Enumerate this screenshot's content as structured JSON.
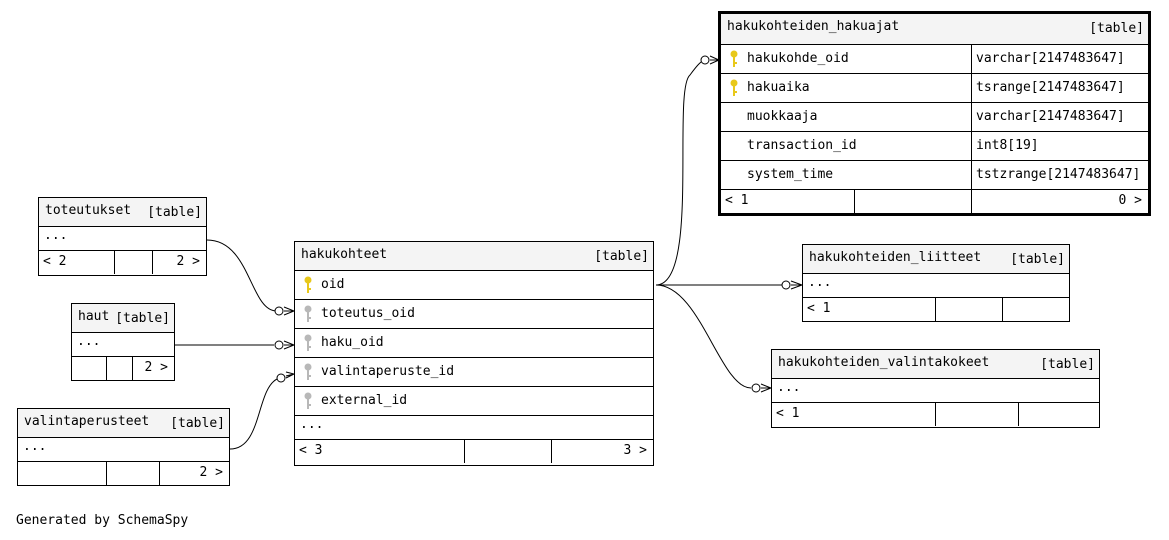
{
  "tables": {
    "hakuajat": {
      "name": "hakukohteiden_hakuajat",
      "tag": "[table]",
      "columns": [
        {
          "name": "hakukohde_oid",
          "type": "varchar[2147483647]"
        },
        {
          "name": "hakuaika",
          "type": "tsrange[2147483647]"
        },
        {
          "name": "muokkaaja",
          "type": "varchar[2147483647]"
        },
        {
          "name": "transaction_id",
          "type": "int8[19]"
        },
        {
          "name": "system_time",
          "type": "tstzrange[2147483647]"
        }
      ],
      "footer": {
        "left": "< 1",
        "right": "0 >"
      }
    },
    "toteutukset": {
      "name": "toteutukset",
      "tag": "[table]",
      "ellipsis": "...",
      "footer": {
        "left": "< 2",
        "right": "2 >"
      }
    },
    "haut": {
      "name": "haut",
      "tag": "[table]",
      "ellipsis": "...",
      "footer": {
        "right": "2 >"
      }
    },
    "valintaperusteet": {
      "name": "valintaperusteet",
      "tag": "[table]",
      "ellipsis": "...",
      "footer": {
        "right": "2 >"
      }
    },
    "hakukohteet": {
      "name": "hakukohteet",
      "tag": "[table]",
      "columns": [
        "oid",
        "toteutus_oid",
        "haku_oid",
        "valintaperuste_id",
        "external_id"
      ],
      "ellipsis": "...",
      "footer": {
        "left": "< 3",
        "right": "3 >"
      }
    },
    "liitteet": {
      "name": "hakukohteiden_liitteet",
      "tag": "[table]",
      "ellipsis": "...",
      "footer": {
        "left": "< 1"
      }
    },
    "valintakokeet": {
      "name": "hakukohteiden_valintakokeet",
      "tag": "[table]",
      "ellipsis": "...",
      "footer": {
        "left": "< 1"
      }
    }
  },
  "colors": {
    "header_bg": "#f4f4f4",
    "primary_key": "#e8c81a",
    "foreign_key": "#b8b8b8",
    "border": "#000000"
  },
  "footer_text": "Generated by SchemaSpy"
}
